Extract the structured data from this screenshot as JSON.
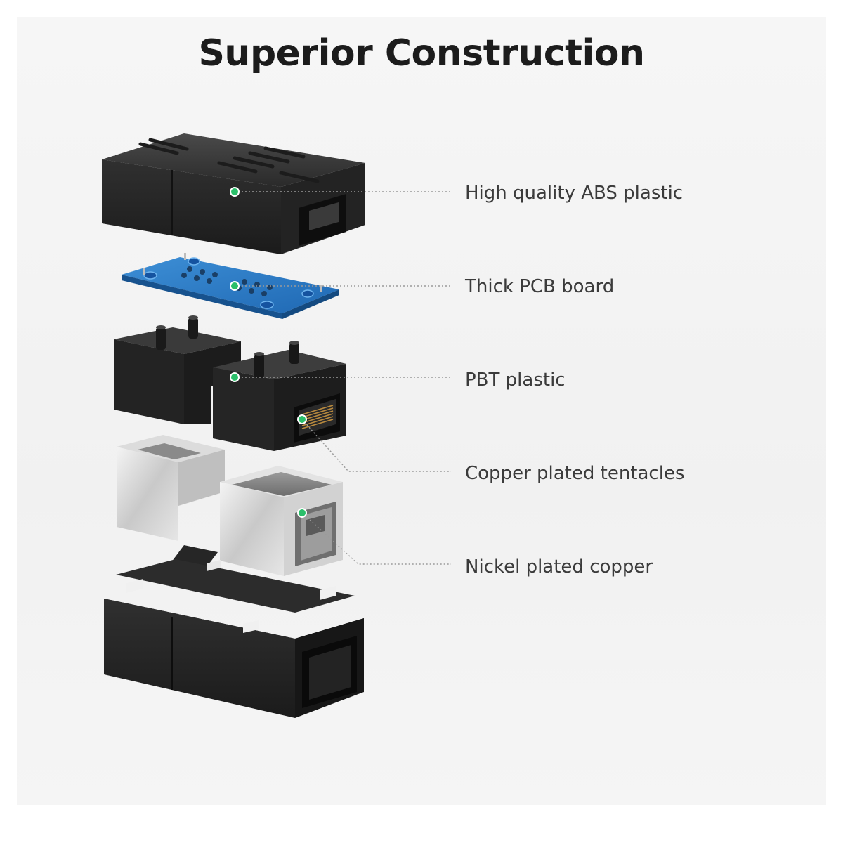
{
  "title": "Superior Construction",
  "accent_color": "#2bbf6a",
  "components": [
    {
      "label": "High quality ABS plastic",
      "icon": "abs-plastic-shell-top"
    },
    {
      "label": "Thick PCB board",
      "icon": "pcb-board"
    },
    {
      "label": "PBT plastic",
      "icon": "pbt-plastic-jacks"
    },
    {
      "label": "Copper plated tentacles",
      "icon": "copper-contacts"
    },
    {
      "label": "Nickel plated copper",
      "icon": "nickel-shield"
    }
  ]
}
